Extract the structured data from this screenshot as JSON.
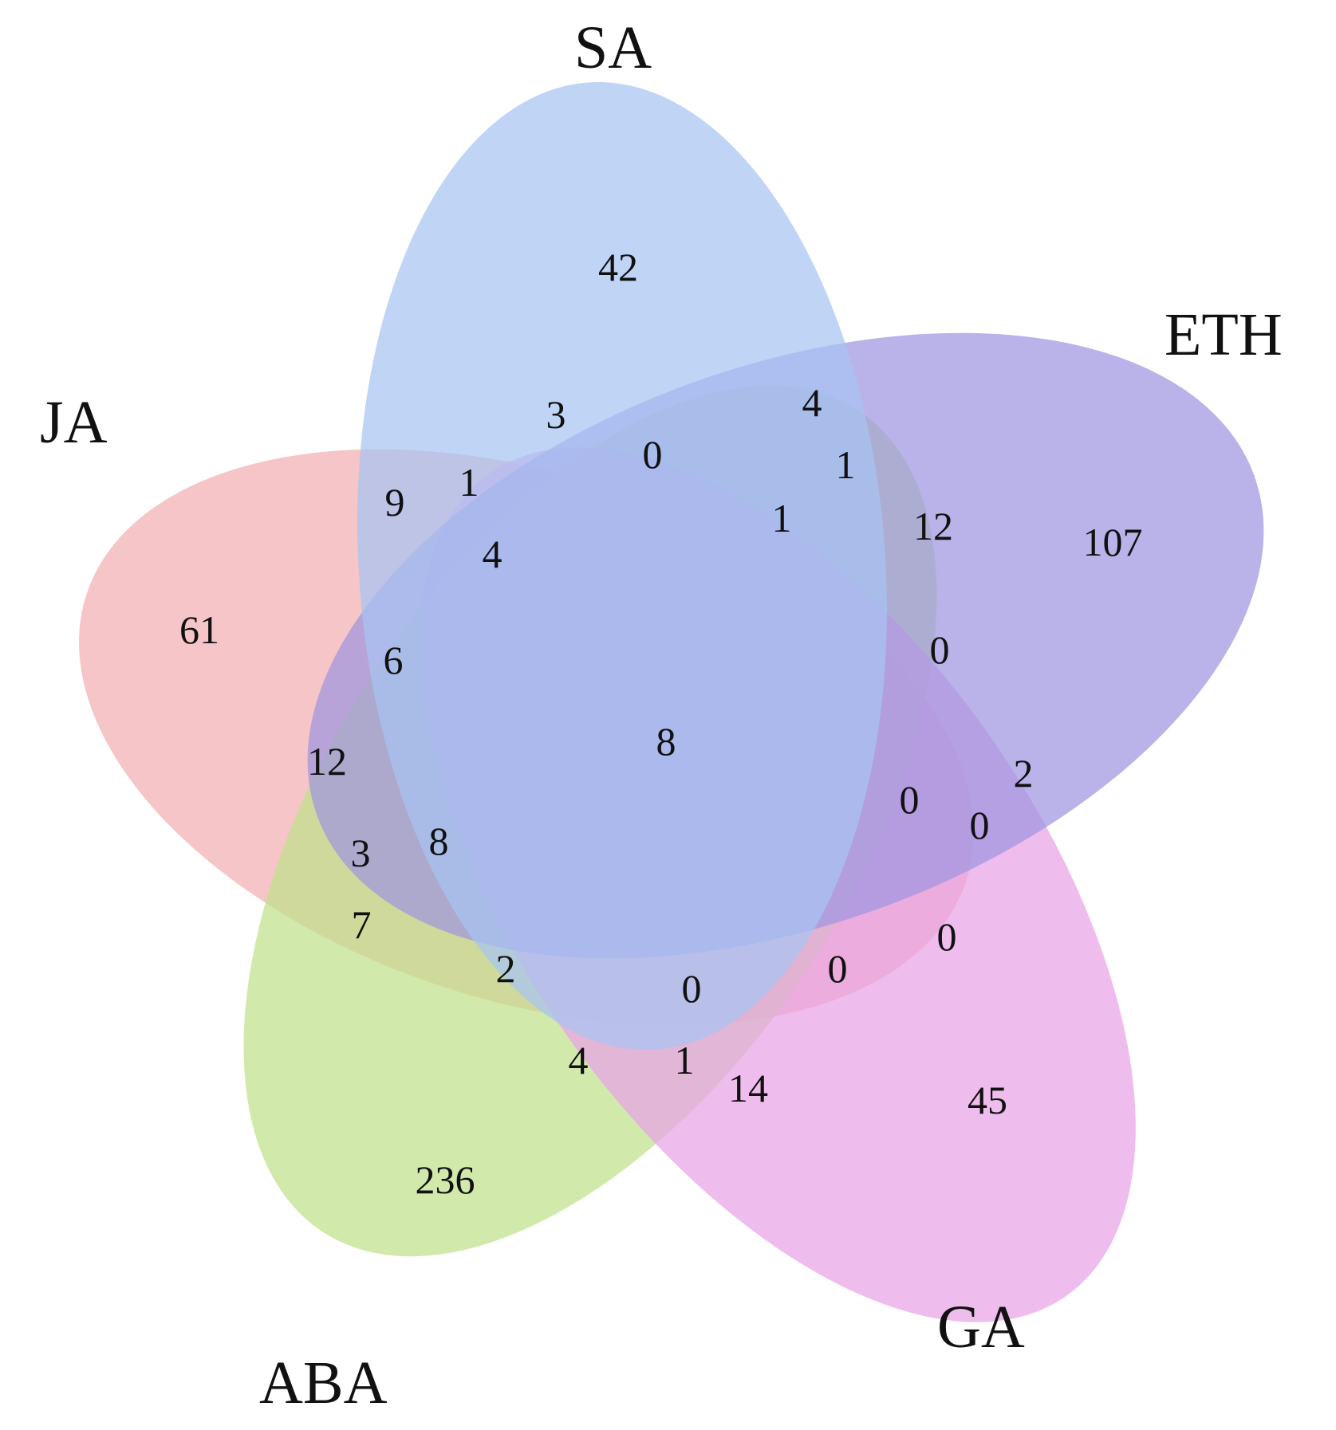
{
  "sets": [
    {
      "key": "SA",
      "label": "SA",
      "color": "#a8c4f2"
    },
    {
      "key": "ETH",
      "label": "ETH",
      "color": "#9f96e0"
    },
    {
      "key": "GA",
      "label": "GA",
      "color": "#e7a2e6"
    },
    {
      "key": "ABA",
      "label": "ABA",
      "color": "#bfe08b"
    },
    {
      "key": "JA",
      "label": "JA",
      "color": "#f3aeb1"
    }
  ],
  "counts": [
    {
      "sets": [
        "SA"
      ],
      "value": "42"
    },
    {
      "sets": [
        "ETH"
      ],
      "value": "107"
    },
    {
      "sets": [
        "GA"
      ],
      "value": "45"
    },
    {
      "sets": [
        "ABA"
      ],
      "value": "236"
    },
    {
      "sets": [
        "JA"
      ],
      "value": "61"
    },
    {
      "sets": [
        "SA",
        "GA"
      ],
      "value": "3"
    },
    {
      "sets": [
        "SA",
        "ETH"
      ],
      "value": "4"
    },
    {
      "sets": [
        "SA",
        "GA",
        "ETH"
      ],
      "value": "0"
    },
    {
      "sets": [
        "SA",
        "ETH",
        "ABA"
      ],
      "value": "1"
    },
    {
      "sets": [
        "SA",
        "JA"
      ],
      "value": "9"
    },
    {
      "sets": [
        "SA",
        "JA",
        "GA"
      ],
      "value": "1"
    },
    {
      "sets": [
        "SA",
        "GA",
        "ETH",
        "JA"
      ],
      "value": "4"
    },
    {
      "sets": [
        "SA",
        "GA",
        "ETH",
        "ABA"
      ],
      "value": "1"
    },
    {
      "sets": [
        "ETH",
        "ABA"
      ],
      "value": "12"
    },
    {
      "sets": [
        "ETH",
        "ABA",
        "JA"
      ],
      "value": "0"
    },
    {
      "sets": [
        "SA",
        "JA",
        "ETH"
      ],
      "value": "6"
    },
    {
      "sets": [
        "JA",
        "ETH"
      ],
      "value": "12"
    },
    {
      "sets": [
        "SA",
        "GA",
        "ETH",
        "ABA",
        "JA"
      ],
      "value": "8"
    },
    {
      "sets": [
        "ETH",
        "GA"
      ],
      "value": "2"
    },
    {
      "sets": [
        "ETH",
        "ABA",
        "JA",
        "GA"
      ],
      "value": "0"
    },
    {
      "sets": [
        "ETH",
        "JA",
        "GA"
      ],
      "value": "0"
    },
    {
      "sets": [
        "SA",
        "JA",
        "ABA",
        "ETH"
      ],
      "value": "8"
    },
    {
      "sets": [
        "SA",
        "JA",
        "ABA"
      ],
      "value": "3"
    },
    {
      "sets": [
        "JA",
        "ABA"
      ],
      "value": "7"
    },
    {
      "sets": [
        "JA",
        "GA"
      ],
      "value": "0"
    },
    {
      "sets": [
        "SA",
        "JA",
        "ABA",
        "GA"
      ],
      "value": "2"
    },
    {
      "sets": [
        "JA",
        "ABA",
        "GA"
      ],
      "value": "0"
    },
    {
      "sets": [
        "SA",
        "JA",
        "GA",
        "ABA"
      ],
      "value": "0"
    },
    {
      "sets": [
        "SA",
        "ABA"
      ],
      "value": "4"
    },
    {
      "sets": [
        "SA",
        "ABA",
        "GA"
      ],
      "value": "1"
    },
    {
      "sets": [
        "ABA",
        "GA"
      ],
      "value": "14"
    }
  ]
}
